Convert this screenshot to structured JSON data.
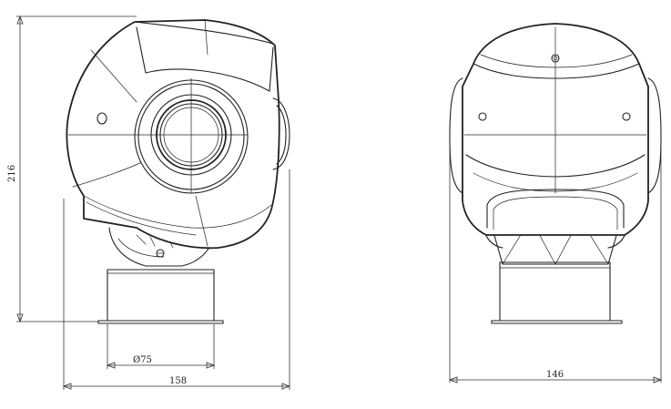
{
  "dimensions": {
    "height": "216",
    "base_diameter": "Ø75",
    "front_width": "158",
    "side_width": "146"
  }
}
